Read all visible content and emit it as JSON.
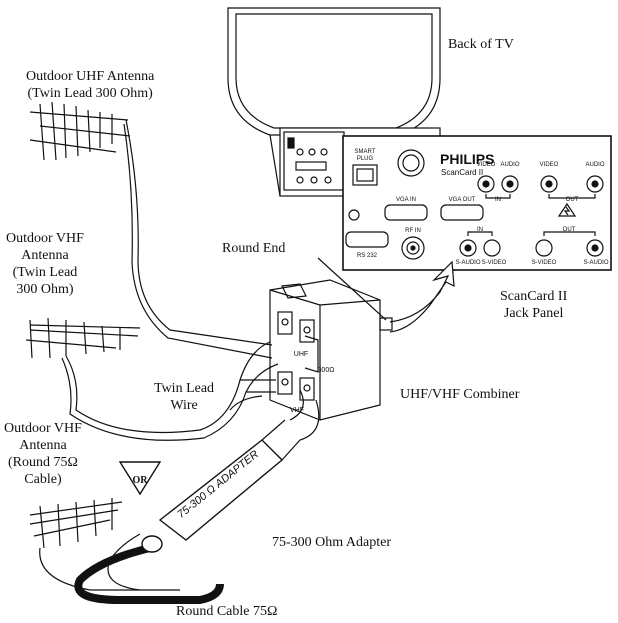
{
  "labels": {
    "back_of_tv": "Back of TV",
    "uhf_antenna": [
      "Outdoor UHF Antenna",
      "(Twin Lead 300 Ohm)"
    ],
    "vhf_antenna_300": [
      "Outdoor VHF",
      "Antenna",
      "(Twin Lead",
      "300 Ohm)"
    ],
    "vhf_antenna_75": [
      "Outdoor VHF",
      "Antenna",
      "(Round 75Ω",
      "Cable)"
    ],
    "round_end": "Round End",
    "twin_lead_wire": [
      "Twin Lead",
      "Wire"
    ],
    "combiner": "UHF/VHF Combiner",
    "scancard_jack_panel": [
      "ScanCard II",
      "Jack Panel"
    ],
    "adapter": "75-300 Ohm Adapter",
    "round_cable": "Round Cable 75Ω",
    "or_badge": "OR"
  },
  "panel": {
    "smart_plug": [
      "SMART",
      "PLUG"
    ],
    "brand": "PHILIPS",
    "model": "ScanCard  II",
    "video_in": "VIDEO",
    "audio_in": "AUDIO",
    "video_out": "VIDEO",
    "audio_out": "AUDIO",
    "in_label": "IN",
    "out_label": "OUT",
    "vga_in": "VGA IN",
    "vga_out": "VGA OUT",
    "rs232": "RS 232",
    "rf_in": "RF IN",
    "in_label_2": "IN",
    "out_label_2": "OUT",
    "s_audio_in": "S-AUDIO",
    "s_video_in": "S-VIDEO",
    "s_video_out": "S-VIDEO",
    "s_audio_out": "S-AUDIO"
  },
  "combiner_text": {
    "uhf": "UHF",
    "vhf": "VHF",
    "ohm": "300Ω"
  },
  "adapter_text": "75-300 Ω ADAPTER"
}
